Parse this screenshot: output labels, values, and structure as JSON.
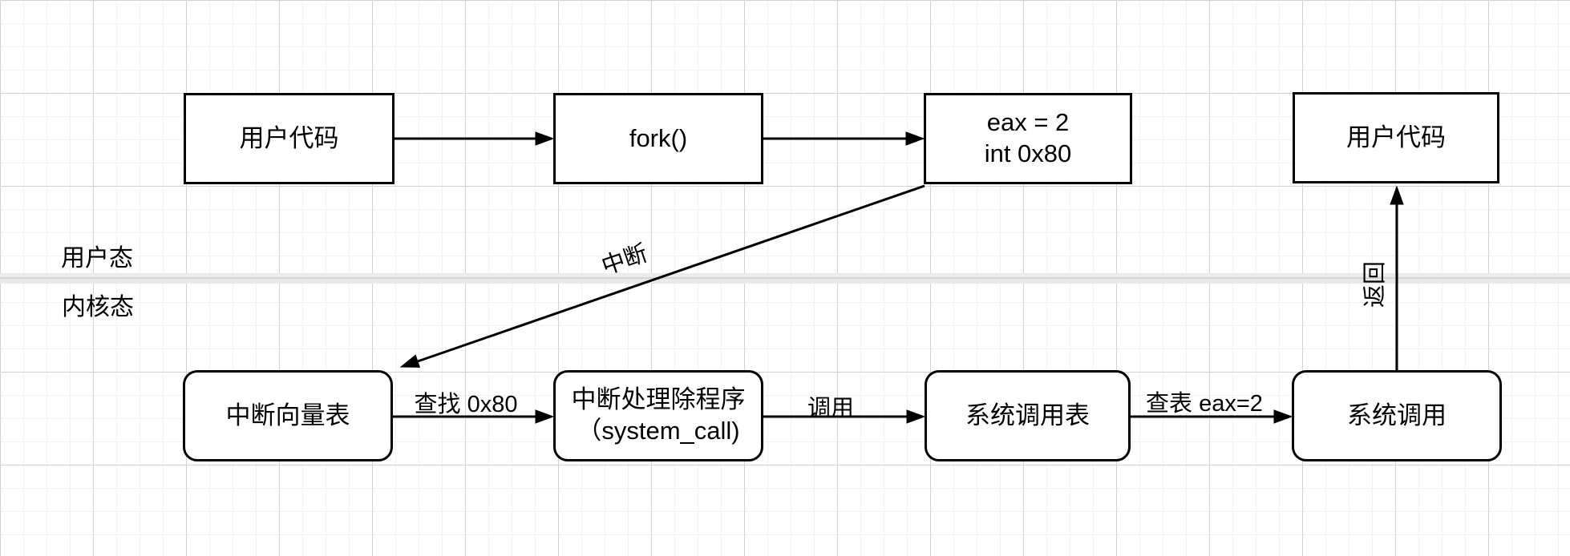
{
  "canvas": {
    "mode_labels": {
      "user": "用户态",
      "kernel": "内核态"
    },
    "nodes": [
      {
        "id": "user-code-top",
        "shape": "rect",
        "label": "用户代码"
      },
      {
        "id": "fork",
        "shape": "rect",
        "label": "fork()"
      },
      {
        "id": "int-0x80",
        "shape": "rect",
        "line1": "eax = 2",
        "line2": "int 0x80"
      },
      {
        "id": "user-code-return",
        "shape": "rect",
        "label": "用户代码"
      },
      {
        "id": "interrupt-vector-table",
        "shape": "rounded",
        "label": "中断向量表"
      },
      {
        "id": "interrupt-handler",
        "shape": "rounded",
        "line1": "中断处理除程序",
        "line2": "（system_call)"
      },
      {
        "id": "system-call-table",
        "shape": "rounded",
        "label": "系统调用表"
      },
      {
        "id": "system-call",
        "shape": "rounded",
        "label": "系统调用"
      }
    ],
    "edges": [
      {
        "from": "user-code-top",
        "to": "fork",
        "label": ""
      },
      {
        "from": "fork",
        "to": "int-0x80",
        "label": ""
      },
      {
        "from": "int-0x80",
        "to": "interrupt-vector-table",
        "label": "中断"
      },
      {
        "from": "interrupt-vector-table",
        "to": "interrupt-handler",
        "label": "查找 0x80"
      },
      {
        "from": "interrupt-handler",
        "to": "system-call-table",
        "label": "调用"
      },
      {
        "from": "system-call-table",
        "to": "system-call",
        "label": "查表 eax=2"
      },
      {
        "from": "system-call",
        "to": "user-code-return",
        "label": "返回"
      }
    ],
    "colors": {
      "stroke": "#000000",
      "divider_band": "#ececec",
      "divider_line": "#d6d6d6",
      "grid_minor": "#f2f2f2",
      "grid_major": "#d2d2d2"
    }
  }
}
